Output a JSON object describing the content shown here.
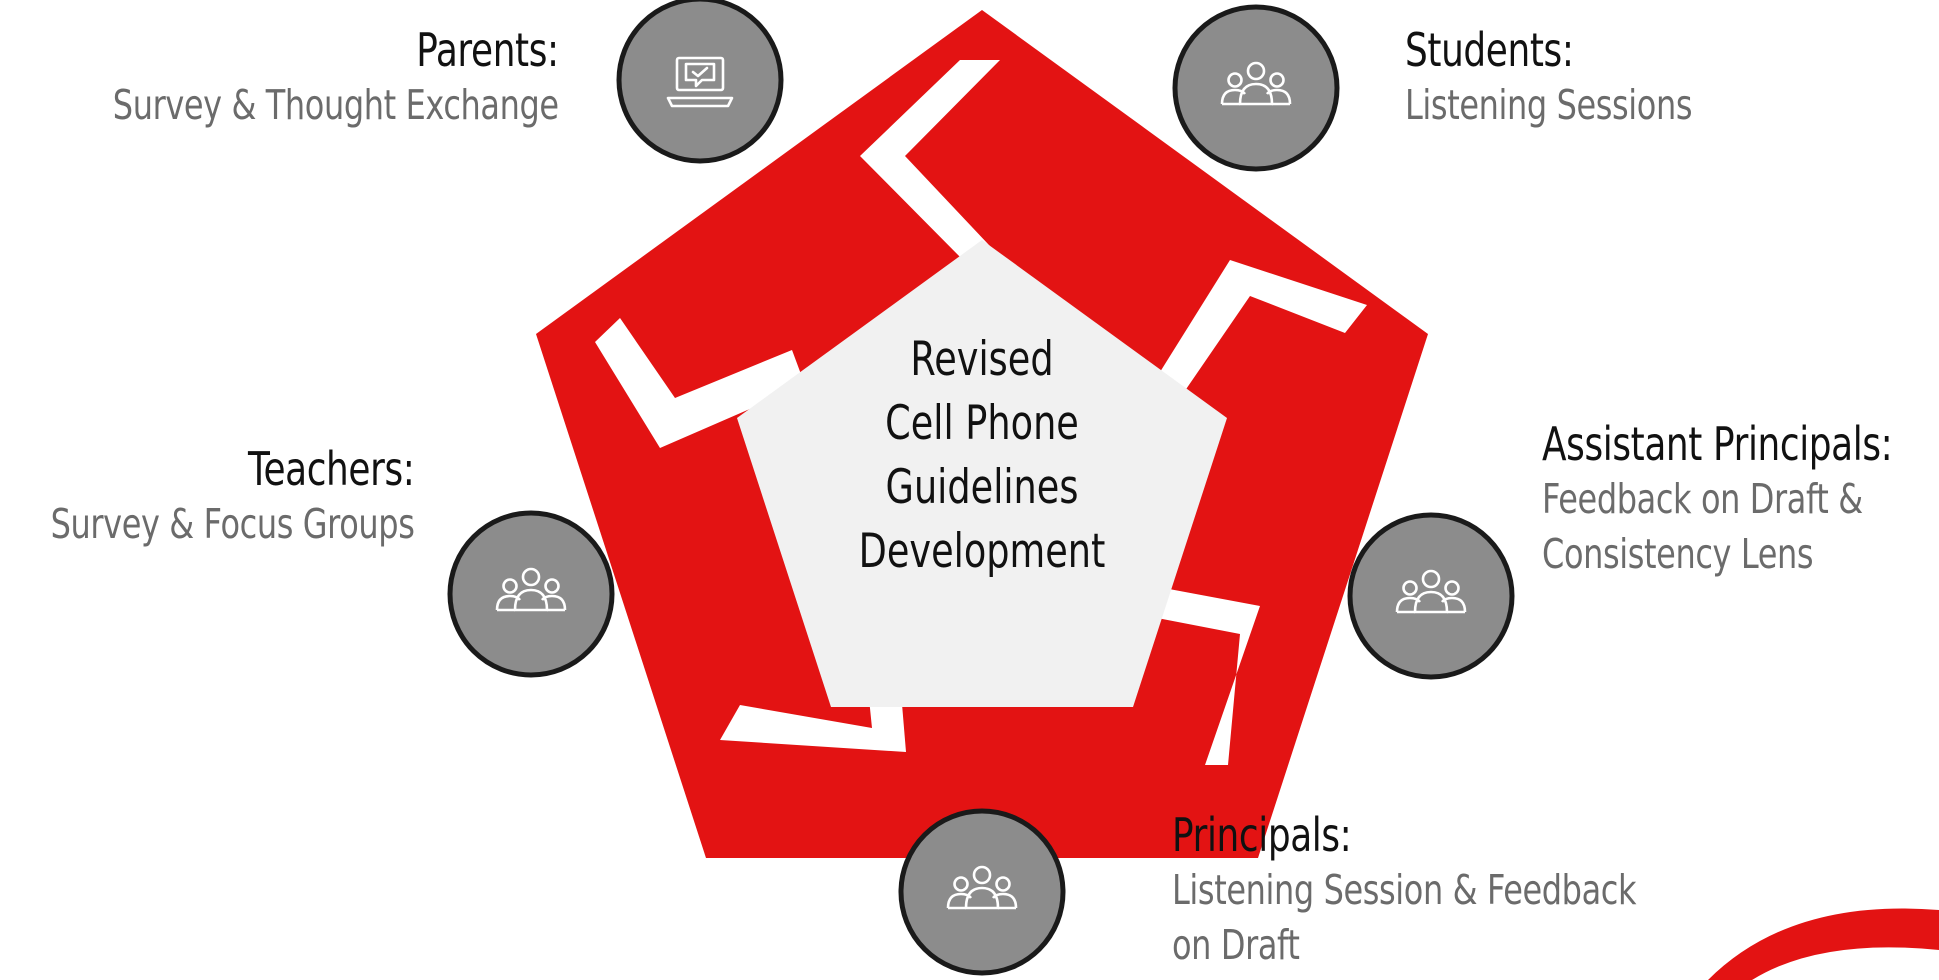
{
  "center": {
    "lines": [
      "Revised",
      "Cell Phone",
      "Guidelines",
      "Development"
    ]
  },
  "stakeholders": [
    {
      "title": "Parents:",
      "subtitle": [
        "Survey & Thought Exchange"
      ],
      "icon": "laptop-chat-icon"
    },
    {
      "title": "Students:",
      "subtitle": [
        "Listening Sessions"
      ],
      "icon": "people-group-icon"
    },
    {
      "title": "Assistant Principals:",
      "subtitle": [
        "Feedback on Draft &",
        "Consistency Lens"
      ],
      "icon": "people-group-icon"
    },
    {
      "title": "Principals:",
      "subtitle": [
        "Listening Session & Feedback",
        "on Draft"
      ],
      "icon": "people-group-icon"
    },
    {
      "title": "Teachers:",
      "subtitle": [
        "Survey & Focus Groups"
      ],
      "icon": "people-group-icon"
    }
  ],
  "colors": {
    "arrow_red": "#e31313",
    "center_fill": "#f1f1f1",
    "node_fill": "#8c8c8c",
    "node_border": "#1a1a1a",
    "title_text": "#111111",
    "subtitle_text": "#6b6b6b"
  }
}
